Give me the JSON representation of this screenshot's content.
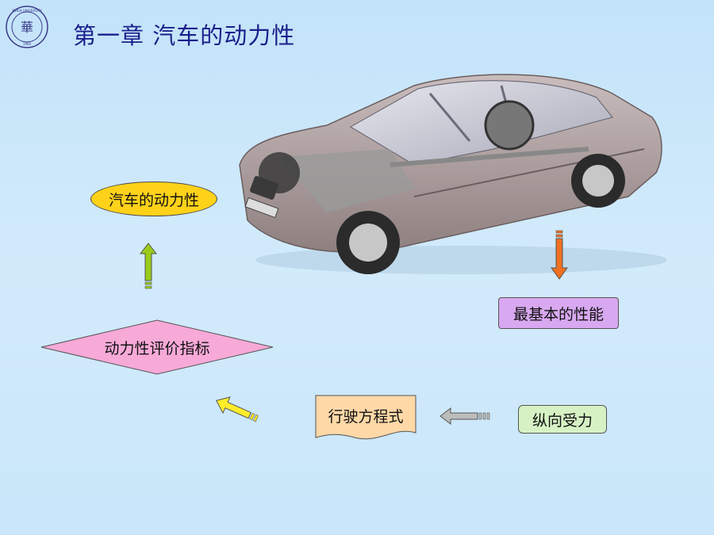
{
  "title": "第一章  汽车的动力性",
  "logo": {
    "name": "university-seal",
    "text": "XIHUA UNIVERSITY 1960"
  },
  "nodes": {
    "top_left": "汽车的动力性",
    "right": "最基本的性能",
    "diamond": "动力性评价指标",
    "document": "行驶方程式",
    "bottom_right": "纵向受力"
  },
  "colors": {
    "title": "#1a1f8c",
    "oval": "#ffd21a",
    "purple": "#d8a8f0",
    "green": "#d6f2c4",
    "diamond": "#f7a9d8",
    "document": "#ffd8a8"
  }
}
